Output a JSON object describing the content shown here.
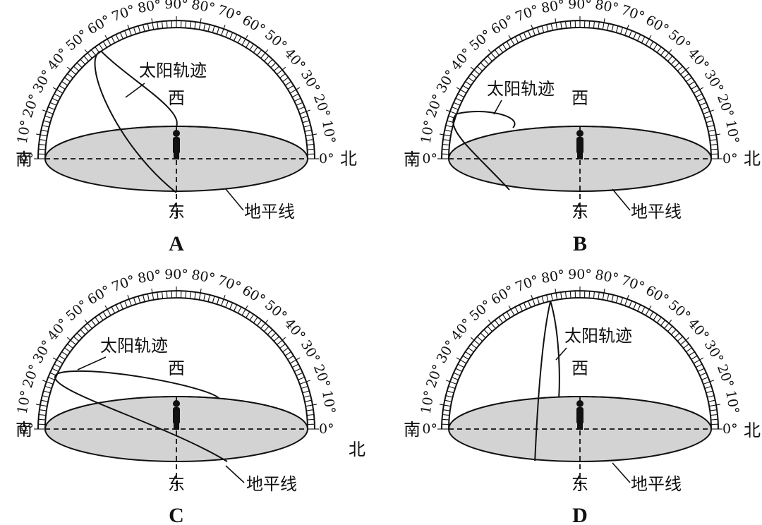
{
  "labels": {
    "south": "南",
    "north": "北",
    "east": "东",
    "west": "西",
    "sun_track": "太阳轨迹",
    "horizon": "地平线",
    "degree_suffix": "°"
  },
  "scale_degrees": [
    0,
    10,
    20,
    30,
    40,
    50,
    60,
    70,
    80,
    90,
    80,
    70,
    60,
    50,
    40,
    30,
    20,
    10,
    0
  ],
  "panels": [
    {
      "letter": "A",
      "sun_max_altitude_deg": 55
    },
    {
      "letter": "B",
      "sun_max_altitude_deg": 20
    },
    {
      "letter": "C",
      "sun_max_altitude_deg": 25
    },
    {
      "letter": "D",
      "sun_max_altitude_deg": 77
    }
  ]
}
